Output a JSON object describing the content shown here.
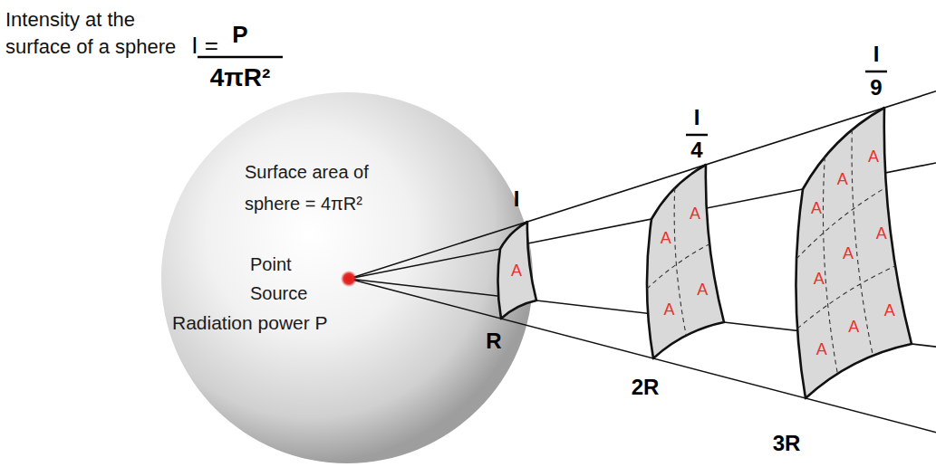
{
  "diagram": {
    "title": "Intensity at the surface of a sphere",
    "nodes": [
      {
        "text": [
          "Surface area of sphere = 4πR²",
          "Point Source",
          "Radiation power P"
        ]
      },
      {
        "text": [
          "A"
        ]
      },
      {
        "text": [
          "A",
          "A",
          "A",
          "A"
        ]
      },
      {
        "text": [
          "A",
          "A",
          "A",
          "A",
          "A",
          "A",
          "A",
          "A",
          "A"
        ]
      }
    ],
    "labels": [
      "I =",
      "P",
      "4πR²",
      "I",
      "R",
      "I",
      "4",
      "2R",
      "I",
      "9",
      "3R"
    ]
  }
}
